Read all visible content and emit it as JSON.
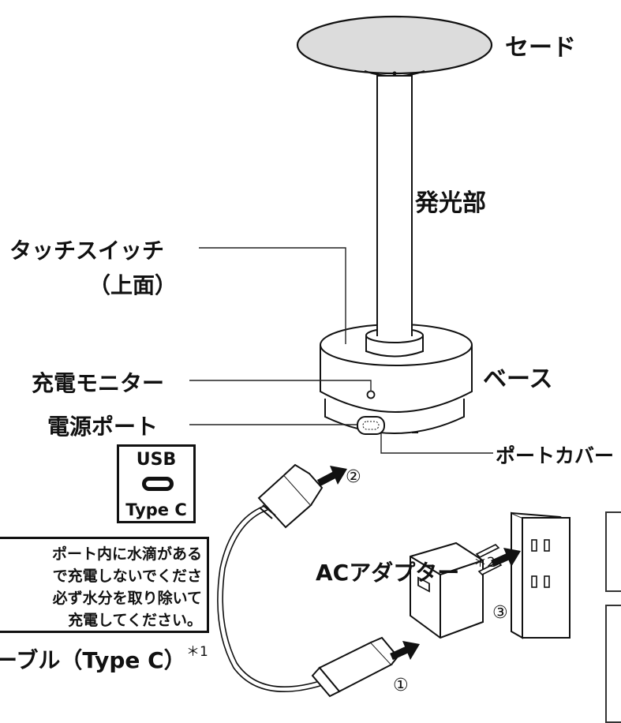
{
  "labels": {
    "shade": "セード",
    "light_part": "発光部",
    "touch_switch_line1": "タッチスイッチ",
    "touch_switch_line2": "（上面）",
    "charge_monitor": "充電モニター",
    "base": "ベース",
    "power_port": "電源ポート",
    "port_cover": "ポートカバー",
    "ac_adapter": "ACアダプター",
    "ac_adapter_note": "＊2",
    "cable": "ーブル（Type C）",
    "cable_note": "＊1"
  },
  "usb_badge": {
    "top": "USB",
    "bottom": "Type C"
  },
  "warning": {
    "lines": [
      "ポート内に水滴がある",
      "で充電しないでくださ",
      "必ず水分を取り除いて",
      "充電してください。"
    ]
  },
  "steps": {
    "step1": "①",
    "step2": "②",
    "step3": "③"
  },
  "colors": {
    "line": "#111111",
    "fill": "#ffffff",
    "shade_gray": "#dcdcdc"
  }
}
